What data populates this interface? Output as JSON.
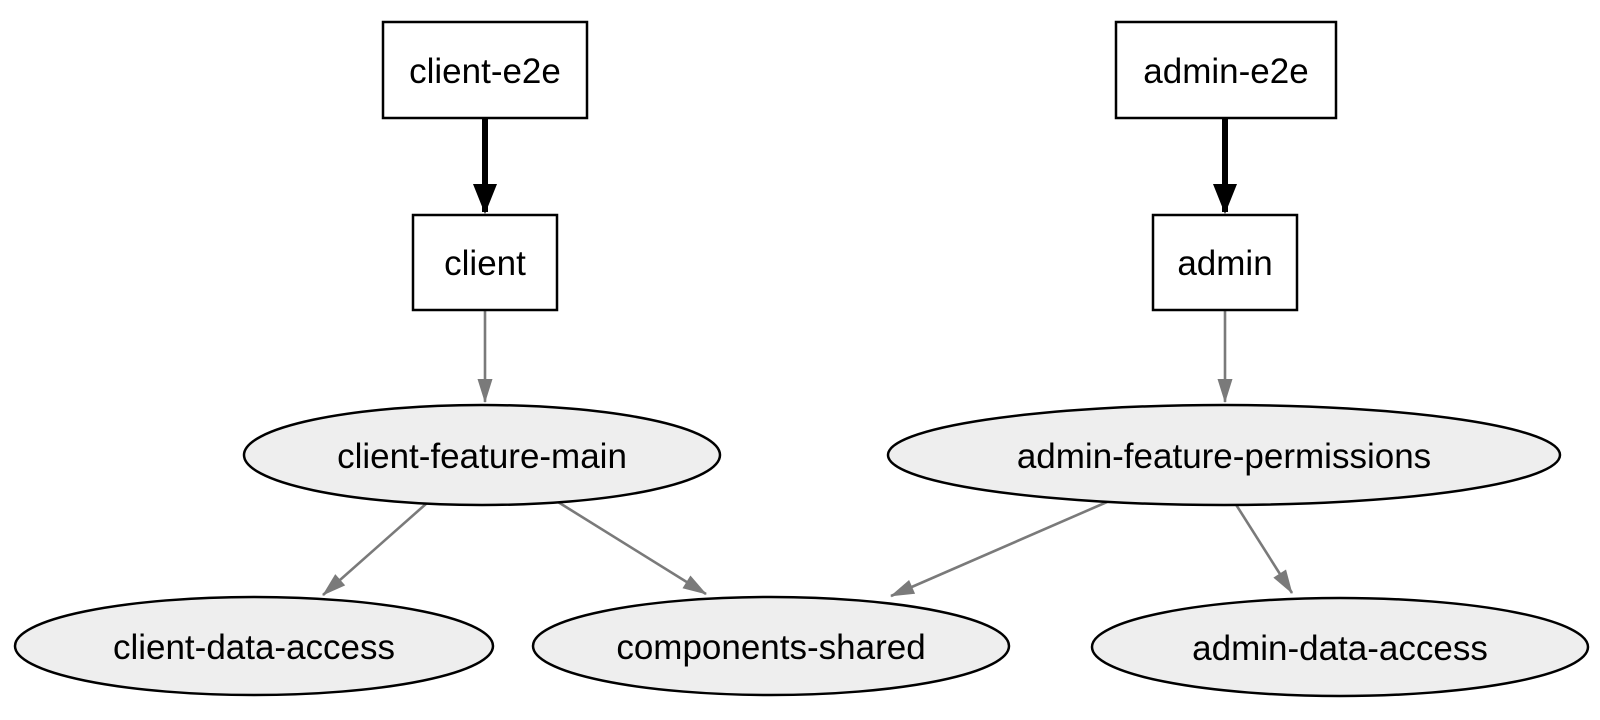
{
  "graph": {
    "nodes": [
      {
        "id": "client-e2e",
        "label": "client-e2e",
        "shape": "rectangle",
        "fill": "#ffffff"
      },
      {
        "id": "client",
        "label": "client",
        "shape": "rectangle",
        "fill": "#ffffff"
      },
      {
        "id": "admin-e2e",
        "label": "admin-e2e",
        "shape": "rectangle",
        "fill": "#ffffff"
      },
      {
        "id": "admin",
        "label": "admin",
        "shape": "rectangle",
        "fill": "#ffffff"
      },
      {
        "id": "client-feature-main",
        "label": "client-feature-main",
        "shape": "ellipse",
        "fill": "#eeeeee"
      },
      {
        "id": "admin-feature-permissions",
        "label": "admin-feature-permissions",
        "shape": "ellipse",
        "fill": "#eeeeee"
      },
      {
        "id": "client-data-access",
        "label": "client-data-access",
        "shape": "ellipse",
        "fill": "#eeeeee"
      },
      {
        "id": "components-shared",
        "label": "components-shared",
        "shape": "ellipse",
        "fill": "#eeeeee"
      },
      {
        "id": "admin-data-access",
        "label": "admin-data-access",
        "shape": "ellipse",
        "fill": "#eeeeee"
      }
    ],
    "edges": [
      {
        "from": "client-e2e",
        "to": "client",
        "style": "bold"
      },
      {
        "from": "admin-e2e",
        "to": "admin",
        "style": "bold"
      },
      {
        "from": "client",
        "to": "client-feature-main",
        "style": "normal"
      },
      {
        "from": "admin",
        "to": "admin-feature-permissions",
        "style": "normal"
      },
      {
        "from": "client-feature-main",
        "to": "client-data-access",
        "style": "normal"
      },
      {
        "from": "client-feature-main",
        "to": "components-shared",
        "style": "normal"
      },
      {
        "from": "admin-feature-permissions",
        "to": "components-shared",
        "style": "normal"
      },
      {
        "from": "admin-feature-permissions",
        "to": "admin-data-access",
        "style": "normal"
      }
    ],
    "colors": {
      "background": "#ffffff",
      "rect_fill": "#ffffff",
      "ellipse_fill": "#eeeeee",
      "node_border": "#000000",
      "label_text": "#000000",
      "edge_bold": "#000000",
      "edge_normal": "#7a7a7a"
    }
  }
}
